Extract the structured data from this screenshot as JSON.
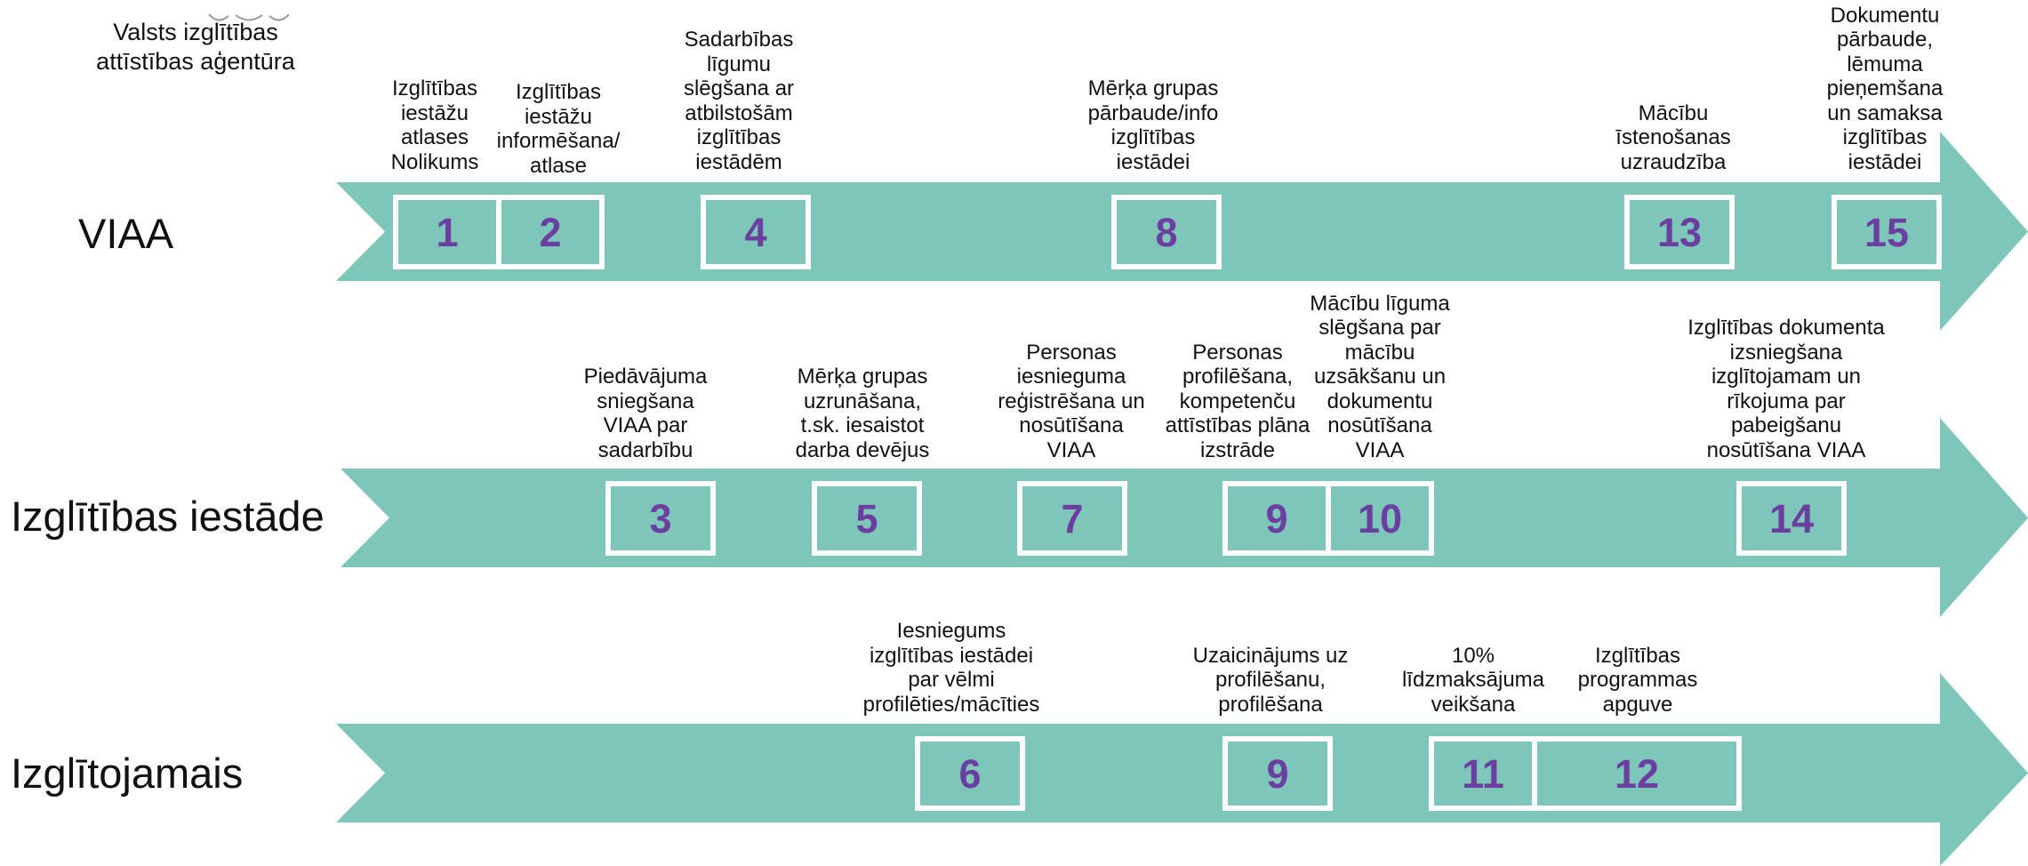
{
  "org_name_line1": "Valsts izglītības",
  "org_name_line2": "attīstības aģentūra",
  "colors": {
    "arrow": "#7fc6ba",
    "box_border": "#ffffff",
    "step_number": "#6b3fa0"
  },
  "rows": [
    {
      "label": "VIAA"
    },
    {
      "label": "Izglītības iestāde"
    },
    {
      "label": "Izglītojamais"
    }
  ],
  "steps": [
    {
      "num": "1",
      "row": 0,
      "caption": [
        "Izglītības",
        "iestāžu",
        "atlases",
        "Nolikums"
      ]
    },
    {
      "num": "2",
      "row": 0,
      "caption": [
        "Izglītības",
        "iestāžu",
        "informēšana/",
        "atlase"
      ]
    },
    {
      "num": "4",
      "row": 0,
      "caption": [
        "Sadarbības",
        "līgumu",
        "slēgšana ar",
        "atbilstošām",
        "izglītības",
        "iestādēm"
      ]
    },
    {
      "num": "8",
      "row": 0,
      "caption": [
        "Mērķa grupas",
        "pārbaude/info",
        "izglītības",
        "iestādei"
      ]
    },
    {
      "num": "13",
      "row": 0,
      "caption": [
        "Mācību",
        "īstenošanas",
        "uzraudzība"
      ]
    },
    {
      "num": "15",
      "row": 0,
      "caption": [
        "Dokumentu",
        "pārbaude,",
        "lēmuma",
        "pieņemšana",
        "un samaksa",
        "izglītības",
        "iestādei"
      ]
    },
    {
      "num": "3",
      "row": 1,
      "caption": [
        "Piedāvājuma",
        "sniegšana",
        "VIAA par",
        "sadarbību"
      ]
    },
    {
      "num": "5",
      "row": 1,
      "caption": [
        "Mērķa grupas",
        "uzrunāšana,",
        "t.sk. iesaistot",
        "darba devējus"
      ]
    },
    {
      "num": "7",
      "row": 1,
      "caption": [
        "Personas",
        "iesnieguma",
        "reģistrēšana un",
        "nosūtīšana",
        "VIAA"
      ]
    },
    {
      "num": "9",
      "row": 1,
      "caption": [
        "Personas",
        "profilēšana,",
        "kompetenču",
        "attīstības plāna",
        "izstrāde"
      ]
    },
    {
      "num": "10",
      "row": 1,
      "caption": [
        "Mācību līguma",
        "slēgšana par",
        "mācību",
        "uzsākšanu un",
        "dokumentu",
        "nosūtīšana",
        "VIAA"
      ]
    },
    {
      "num": "14",
      "row": 1,
      "caption": [
        "Izglītības dokumenta",
        "izsniegšana",
        "izglītojamam un",
        "rīkojuma par",
        "pabeigšanu",
        "nosūtīšana VIAA"
      ]
    },
    {
      "num": "6",
      "row": 2,
      "caption": [
        "Iesniegums",
        "izglītības iestādei",
        "par vēlmi",
        "profilēties/mācīties"
      ]
    },
    {
      "num": "9",
      "row": 2,
      "caption": [
        "Uzaicinājums uz",
        "profilēšanu,",
        "profilēšana"
      ]
    },
    {
      "num": "11",
      "row": 2,
      "caption": [
        "10%",
        "līdzmaksājuma",
        "veikšana"
      ]
    },
    {
      "num": "12",
      "row": 2,
      "caption": [
        "Izglītības",
        "programmas",
        "apguve"
      ]
    }
  ]
}
